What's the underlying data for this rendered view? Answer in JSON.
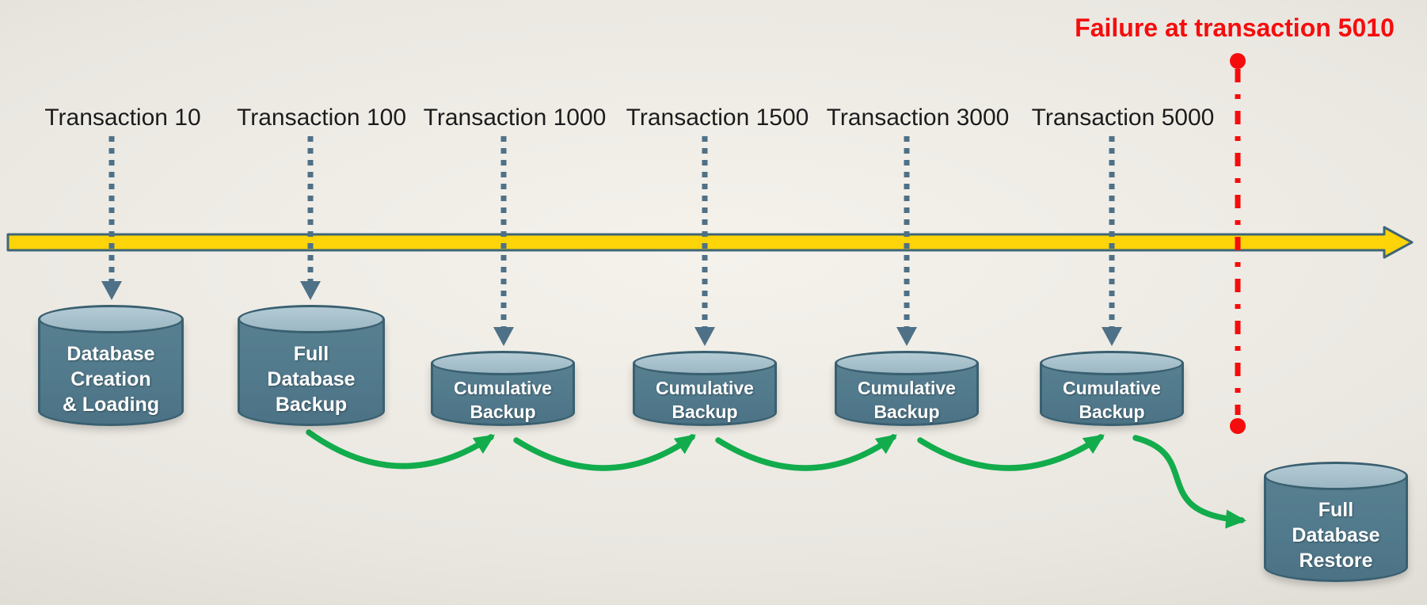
{
  "diagram": {
    "failure_label": "Failure at transaction 5010",
    "transactions": [
      "Transaction 10",
      "Transaction 100",
      "Transaction 1000",
      "Transaction 1500",
      "Transaction 3000",
      "Transaction 5000"
    ],
    "nodes": {
      "creation": "Database\nCreation\n& Loading",
      "full_backup": "Full\nDatabase\nBackup",
      "cumulative_1": "Cumulative\nBackup",
      "cumulative_2": "Cumulative\nBackup",
      "cumulative_3": "Cumulative\nBackup",
      "cumulative_4": "Cumulative\nBackup",
      "restore": "Full\nDatabase\nRestore"
    },
    "colors": {
      "timeline_yellow": "#fdd408",
      "outline_slate": "#3a6070",
      "dotted_arrow_slate": "#4e7187",
      "flow_arrow_green": "#12ac4c",
      "failure_red": "#f50d0d",
      "cylinder_body": "#517a8c",
      "cylinder_top": "#a5bfca"
    }
  }
}
